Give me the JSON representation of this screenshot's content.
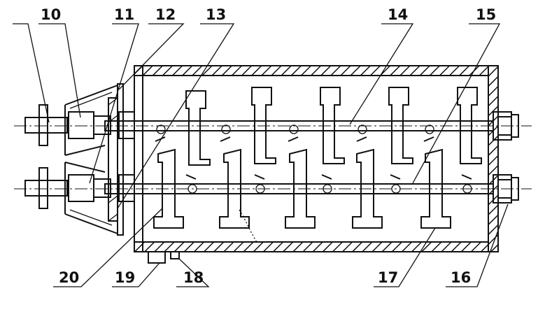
{
  "diagram": {
    "callouts": [
      {
        "id": "10",
        "label": "10"
      },
      {
        "id": "11",
        "label": "11"
      },
      {
        "id": "12",
        "label": "12"
      },
      {
        "id": "13",
        "label": "13"
      },
      {
        "id": "14",
        "label": "14"
      },
      {
        "id": "15",
        "label": "15"
      },
      {
        "id": "16",
        "label": "16"
      },
      {
        "id": "17",
        "label": "17"
      },
      {
        "id": "18",
        "label": "18"
      },
      {
        "id": "19",
        "label": "19"
      },
      {
        "id": "20",
        "label": "20"
      }
    ],
    "colors": {
      "line": "#111111",
      "background": "#ffffff"
    }
  }
}
